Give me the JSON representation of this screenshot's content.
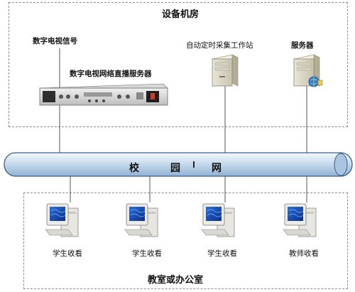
{
  "top_zone": {
    "title": "设备机房"
  },
  "bottom_zone": {
    "title": "教室或办公室"
  },
  "devices": {
    "signal_label": "数字电视信号",
    "broadcast_server_label": "数字电视网络直播服务器",
    "capture_station_label": "自动定时采集工作站",
    "server_label": "服务器"
  },
  "network_bus": {
    "chars": [
      "校",
      "园",
      "网"
    ]
  },
  "clients": [
    {
      "label": "学生收看"
    },
    {
      "label": "学生收看"
    },
    {
      "label": "学生收看"
    },
    {
      "label": "教师收看"
    }
  ]
}
